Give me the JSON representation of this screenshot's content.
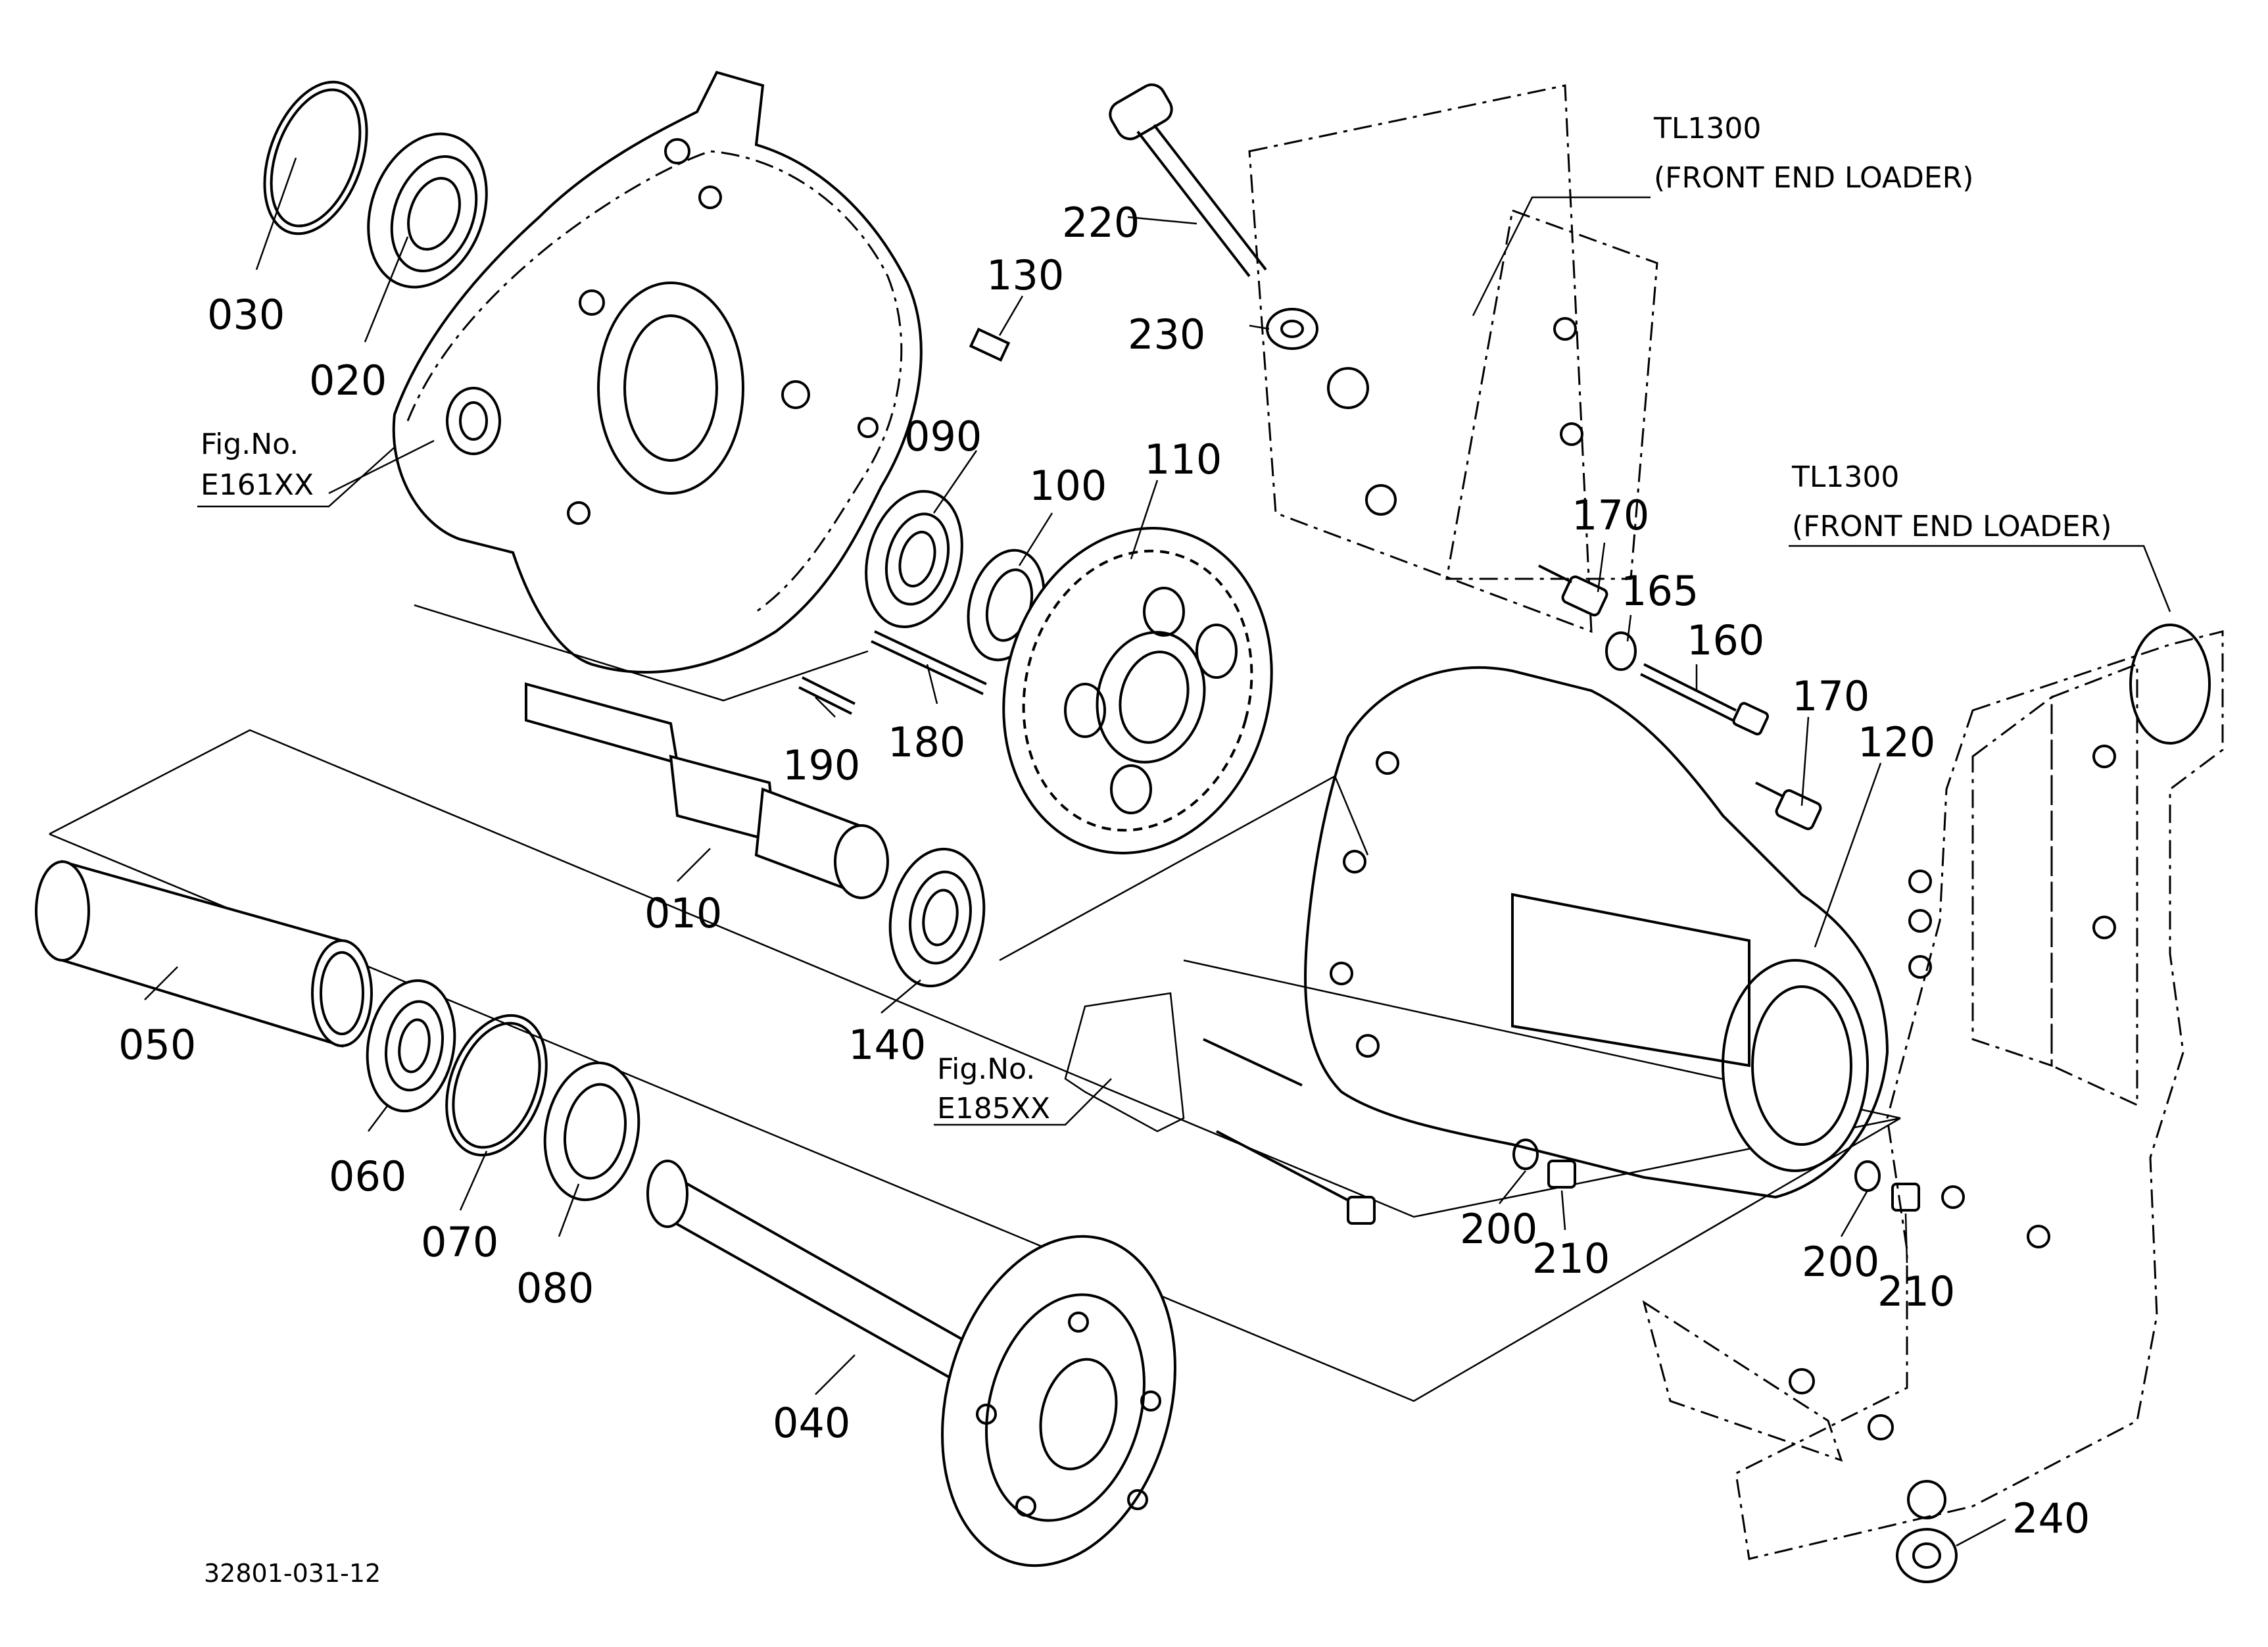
{
  "callouts": {
    "p010": "010",
    "p020": "020",
    "p030": "030",
    "p040": "040",
    "p050": "050",
    "p060": "060",
    "p070": "070",
    "p080": "080",
    "p090": "090",
    "p100": "100",
    "p110": "110",
    "p120": "120",
    "p130": "130",
    "p140": "140",
    "p160": "160",
    "p165": "165",
    "p170a": "170",
    "p170b": "170",
    "p180": "180",
    "p190": "190",
    "p200a": "200",
    "p200b": "200",
    "p210a": "210",
    "p210b": "210",
    "p220": "220",
    "p230": "230",
    "p240": "240"
  },
  "references": {
    "fig_e161_line1": "Fig.No.",
    "fig_e161_line2": "E161XX",
    "fig_e185_line1": "Fig.No.",
    "fig_e185_line2": "E185XX",
    "tl_top_line1": "TL1300",
    "tl_top_line2": "(FRONT END LOADER)",
    "tl_right_line1": "TL1300",
    "tl_right_line2": "(FRONT END LOADER)"
  },
  "footer": {
    "drawing_number": "32801-031-12"
  }
}
